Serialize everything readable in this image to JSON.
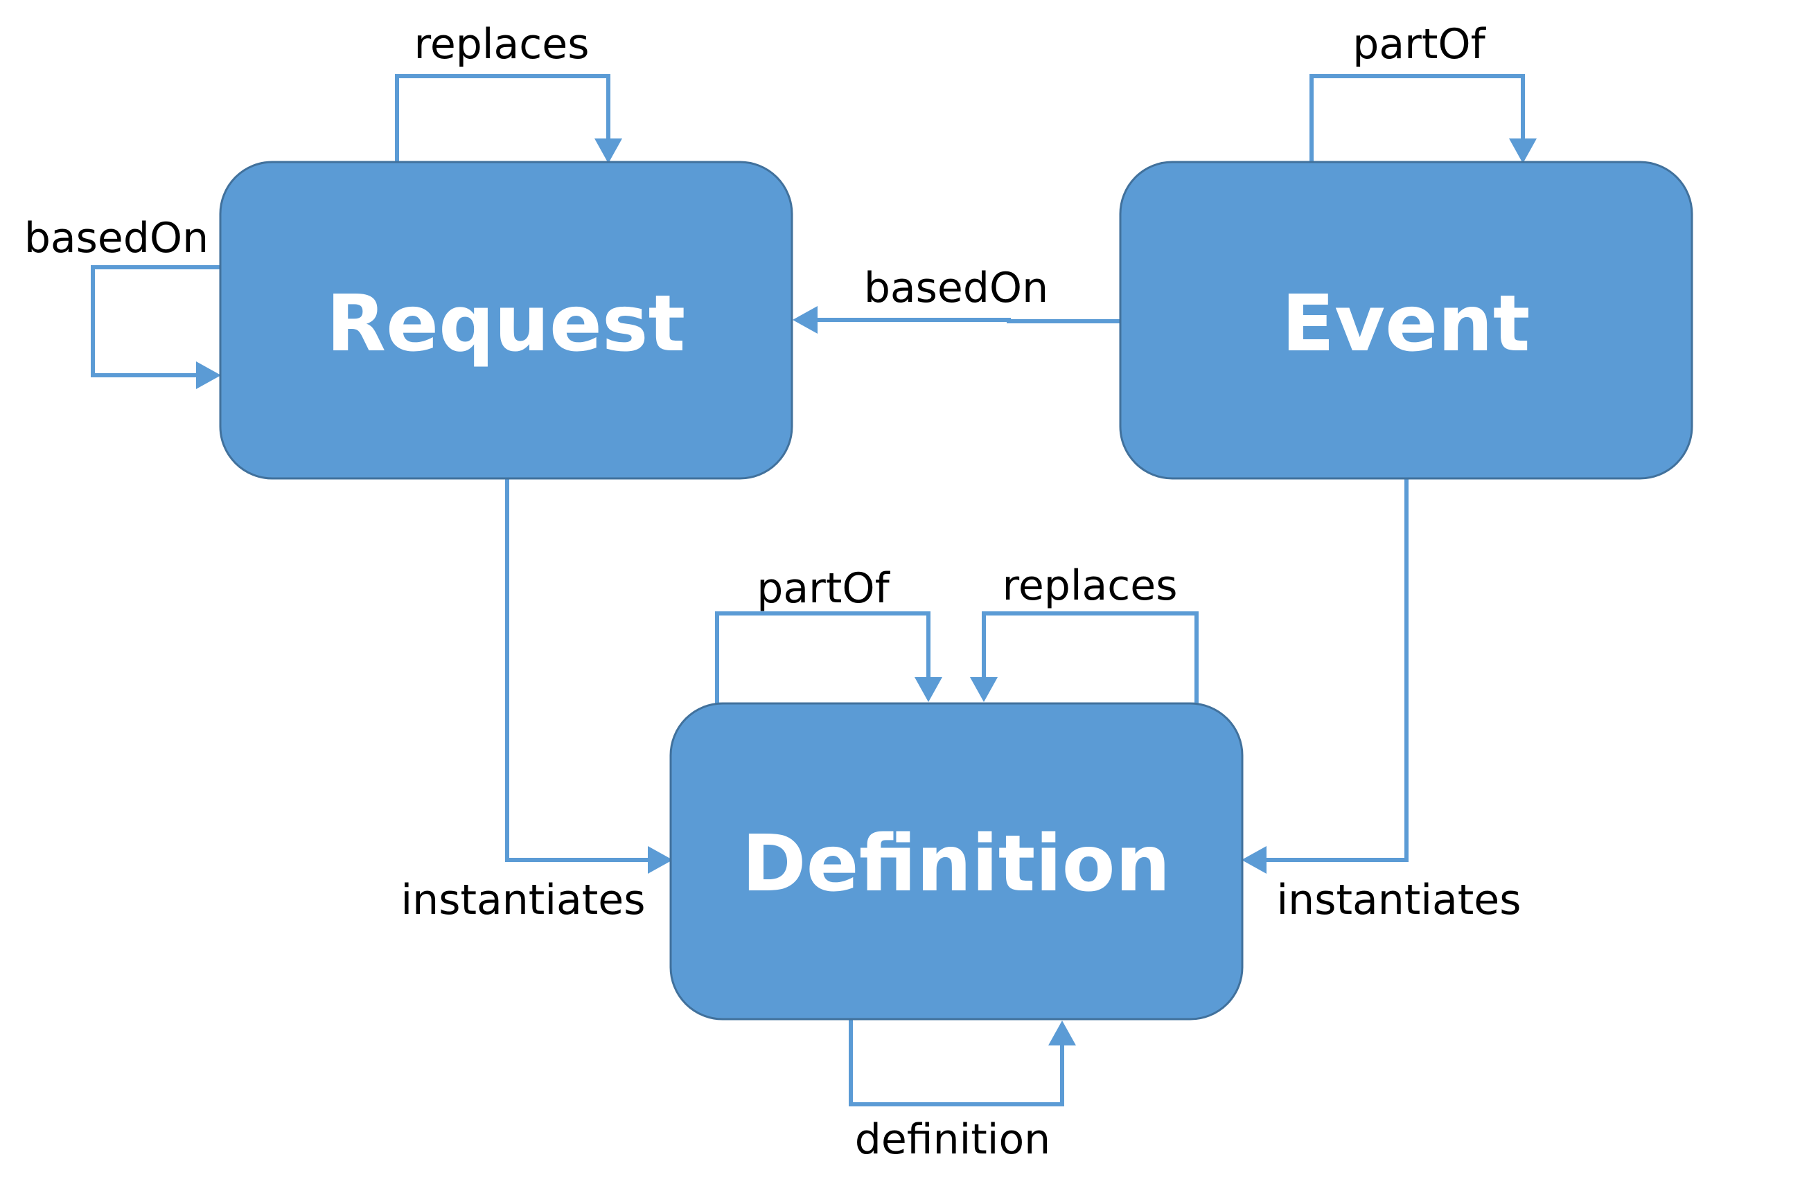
{
  "colors": {
    "node_fill": "#5b9bd5",
    "node_border": "#41719c",
    "edge": "#5b9bd5",
    "node_text": "#ffffff",
    "edge_text": "#000000"
  },
  "nodes": {
    "request": "Request",
    "event": "Event",
    "definition": "Definition"
  },
  "edges": {
    "request_replaces": "replaces",
    "request_based_on": "basedOn",
    "event_part_of": "partOf",
    "event_based_on_request": "basedOn",
    "definition_part_of": "partOf",
    "definition_replaces": "replaces",
    "request_instantiates": "instantiates",
    "event_instantiates": "instantiates",
    "definition_definition": "definition"
  }
}
